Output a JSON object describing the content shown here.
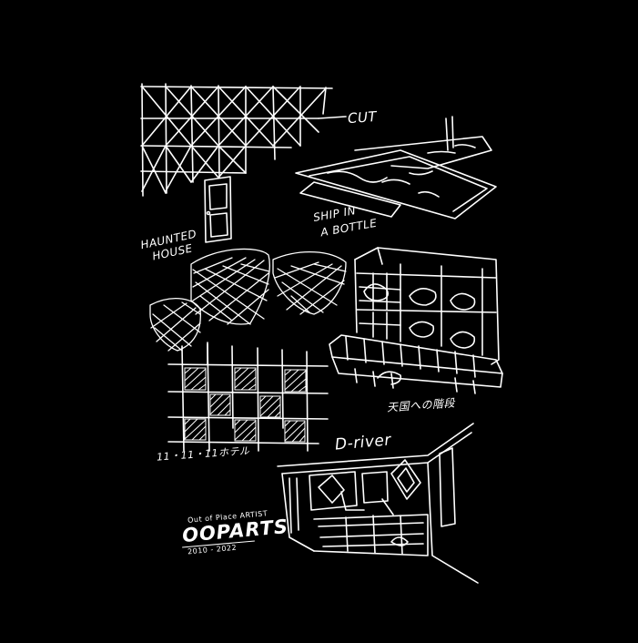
{
  "labels": {
    "cut": "CUT",
    "ship_line1": "SHIP IN",
    "ship_line2": "A BOTTLE",
    "haunted_line1": "HAUNTED",
    "haunted_line2": "HOUSE",
    "heaven": "天国への階段",
    "eleven": "11・11・11ホテル",
    "driver": "D-river"
  },
  "logo": {
    "subtitle": "Out of Place ARTIST",
    "title": "OOPARTS",
    "years": "2010 - 2022"
  },
  "colors": {
    "background": "#000000",
    "ink": "#ffffff"
  }
}
